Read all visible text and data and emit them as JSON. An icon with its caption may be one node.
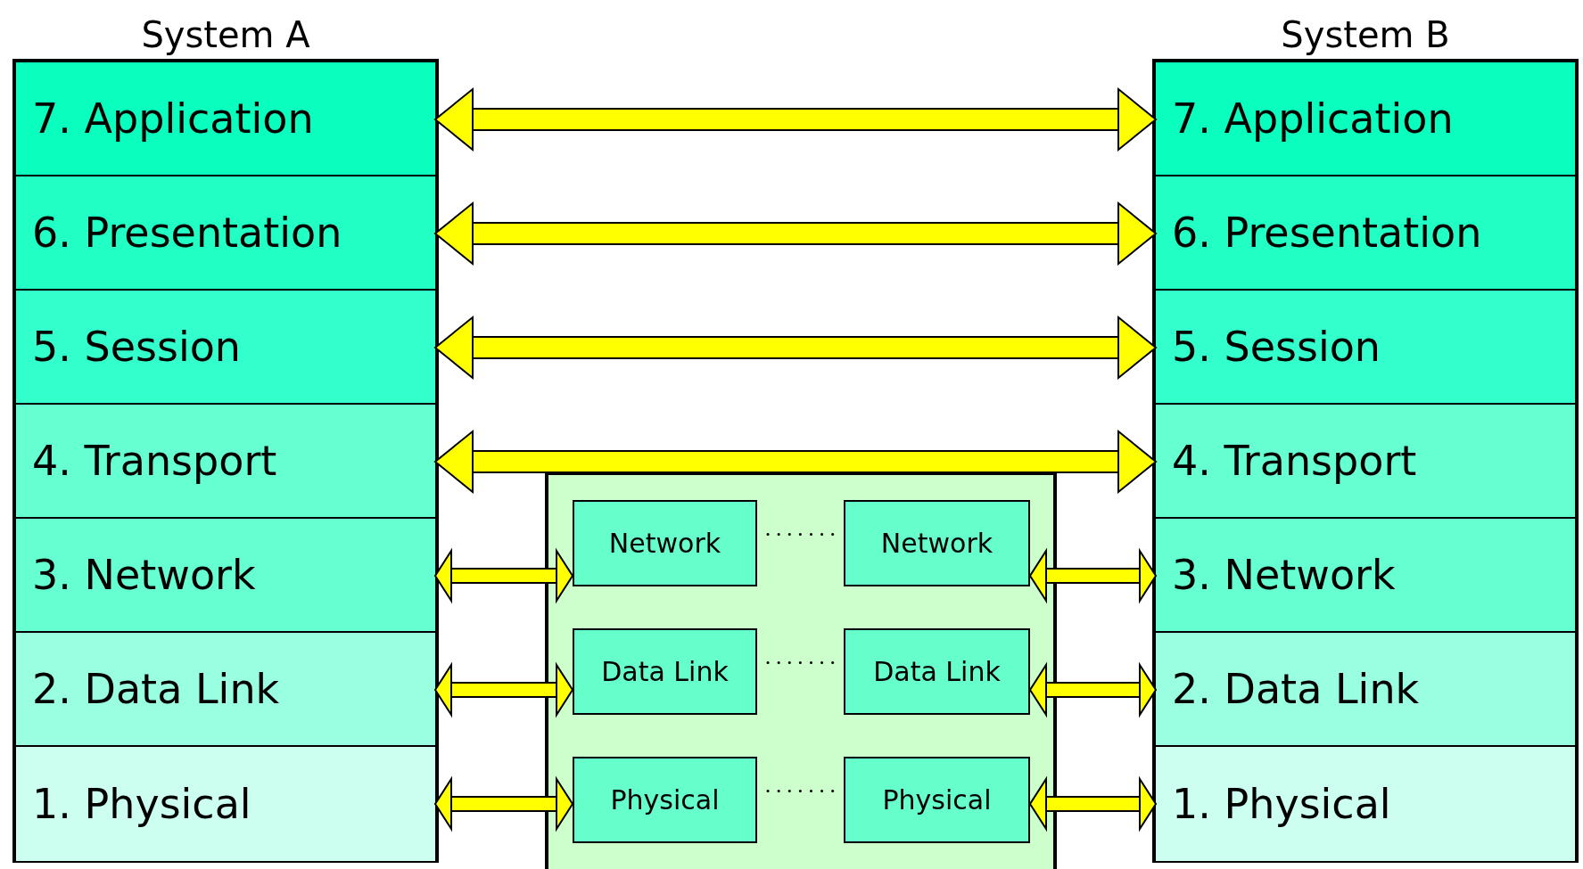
{
  "diagram": {
    "nodes": [
      {
        "text": [
          "System A"
        ]
      },
      {
        "text": [
          "7. Application"
        ],
        "in": 0
      },
      {
        "text": [
          "6. Presentation"
        ],
        "in": 0
      },
      {
        "text": [
          "5. Session"
        ],
        "in": 0
      },
      {
        "text": [
          "4. Transport"
        ],
        "in": 0
      },
      {
        "text": [
          "3. Network"
        ],
        "in": 0
      },
      {
        "text": [
          "2. Data Link"
        ],
        "in": 0
      },
      {
        "text": [
          "1. Physical"
        ],
        "in": 0
      },
      {
        "text": [
          "System B"
        ]
      },
      {
        "text": [
          "7. Application"
        ],
        "in": 8
      },
      {
        "text": [
          "6. Presentation"
        ],
        "in": 8
      },
      {
        "text": [
          "5. Session"
        ],
        "in": 8
      },
      {
        "text": [
          "4. Transport"
        ],
        "in": 8
      },
      {
        "text": [
          "3. Network"
        ],
        "in": 8
      },
      {
        "text": [
          "2. Data Link"
        ],
        "in": 8
      },
      {
        "text": [
          "1. Physical"
        ],
        "in": 8
      },
      {
        "text": [],
        "shape": "box"
      },
      {
        "text": [
          "Network"
        ],
        "in": 16
      },
      {
        "text": [
          "Network"
        ],
        "in": 16
      },
      {
        "text": [
          "Data Link"
        ],
        "in": 16
      },
      {
        "text": [
          "Data Link"
        ],
        "in": 16
      },
      {
        "text": [
          "Physical"
        ],
        "in": 16
      },
      {
        "text": [
          "Physical"
        ],
        "in": 16
      }
    ],
    "edges": [
      {
        "from": 1,
        "to": 9,
        "arrow": "both"
      },
      {
        "from": 2,
        "to": 10,
        "arrow": "both"
      },
      {
        "from": 3,
        "to": 11,
        "arrow": "both"
      },
      {
        "from": 4,
        "to": 12,
        "arrow": "both"
      },
      {
        "from": 5,
        "to": 17,
        "arrow": "both"
      },
      {
        "from": 18,
        "to": 13,
        "arrow": "both"
      },
      {
        "from": 6,
        "to": 19,
        "arrow": "both"
      },
      {
        "from": 20,
        "to": 14,
        "arrow": "both"
      },
      {
        "from": 7,
        "to": 21,
        "arrow": "both"
      },
      {
        "from": 22,
        "to": 15,
        "arrow": "both"
      },
      {
        "from": 17,
        "to": 18,
        "arrow": "none",
        "style": "dashed",
        "color": "#000000"
      },
      {
        "from": 19,
        "to": 20,
        "arrow": "none",
        "style": "dashed",
        "color": "#000000"
      },
      {
        "from": 21,
        "to": 22,
        "arrow": "none",
        "style": "dashed",
        "color": "#000000"
      }
    ]
  }
}
